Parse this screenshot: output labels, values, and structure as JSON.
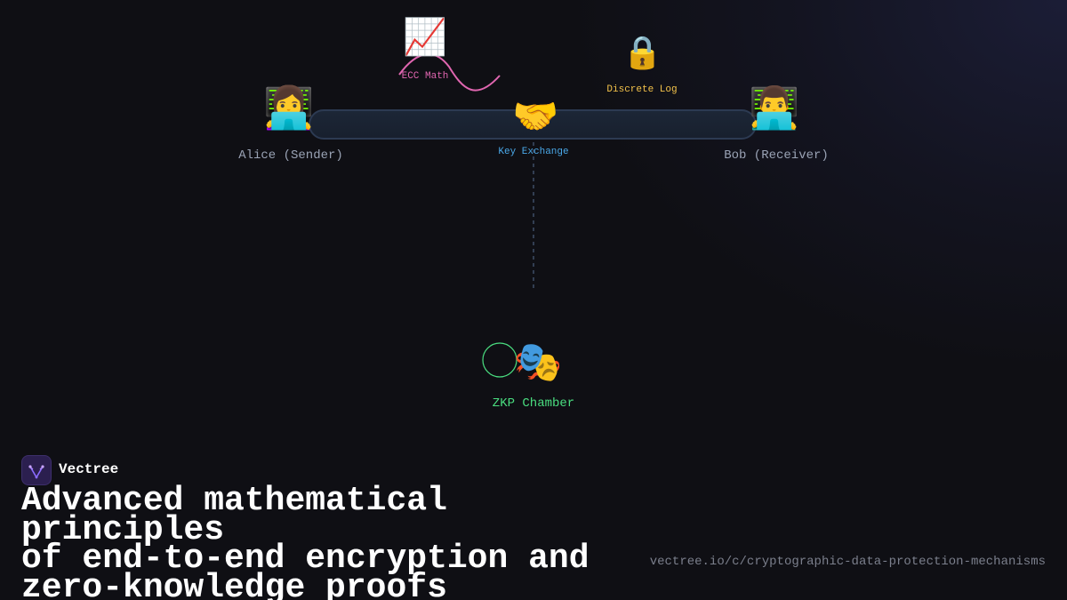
{
  "diagram": {
    "nodes": {
      "sender": {
        "icon": "woman-technologist-icon",
        "label": "Alice (Sender)"
      },
      "receiver": {
        "icon": "man-technologist-icon",
        "label": "Bob (Receiver)"
      },
      "exchange": {
        "icon": "handshake-icon",
        "label": "Key Exchange"
      },
      "ecc": {
        "icon": "chart-increasing-icon",
        "label": "ECC Math"
      },
      "dlog": {
        "icon": "lock-icon",
        "label": "Discrete Log"
      },
      "zkp": {
        "icon": "masks-icon",
        "label": "ZKP Chamber"
      }
    },
    "colors": {
      "node_label": "#9aa3b5",
      "exchange": "#4aa8e8",
      "ecc": "#e066b0",
      "dlog": "#f3c24a",
      "zkp": "#4ade80",
      "channel": "#1c2636",
      "dashed_line": "#3f4e66"
    }
  },
  "brand": {
    "name": "Vectree",
    "logo_icon": "vectree-logo-icon",
    "accent": "#7c5cff"
  },
  "title_lines": [
    "Advanced mathematical principles",
    "of end-to-end encryption and",
    "zero-knowledge proofs"
  ],
  "url": "vectree.io/c/cryptographic-data-protection-mechanisms"
}
